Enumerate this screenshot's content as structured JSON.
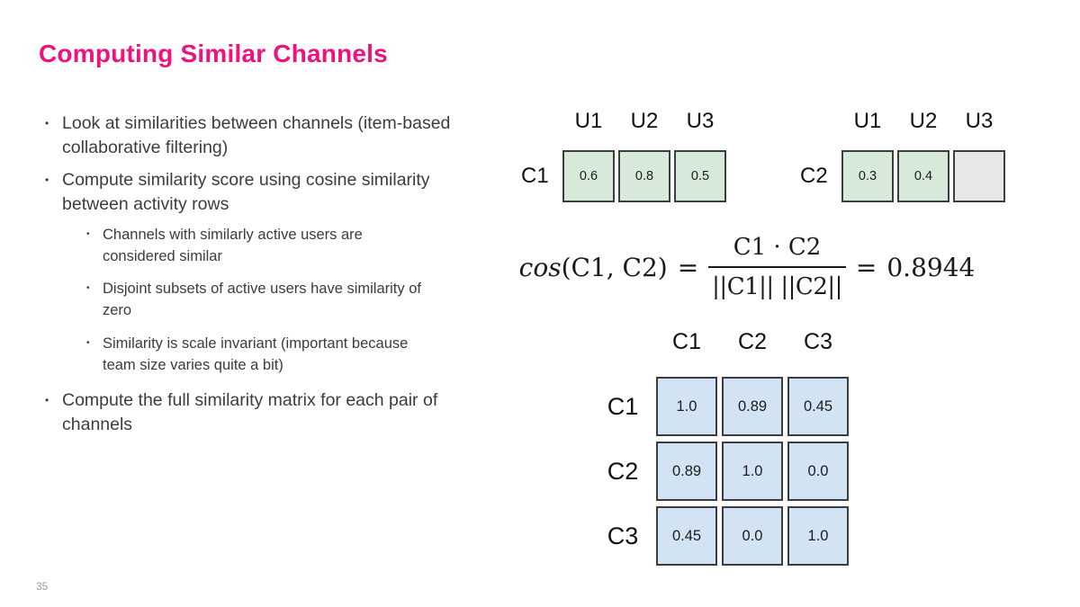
{
  "slide": {
    "title": "Computing Similar Channels",
    "page_number": "35"
  },
  "bullets": [
    {
      "level": 1,
      "text": "Look at similarities between channels (item-based collaborative filtering)"
    },
    {
      "level": 1,
      "text": "Compute similarity score using cosine similarity between activity rows"
    },
    {
      "level": 2,
      "text": "Channels with similarly active users are considered similar"
    },
    {
      "level": 2,
      "text": "Disjoint subsets of active users have similarity of zero"
    },
    {
      "level": 2,
      "text": "Similarity is scale invariant (important because team size varies quite a bit)"
    },
    {
      "level": 1,
      "text": "Compute the full similarity matrix for each pair of channels"
    }
  ],
  "vectors": {
    "columns": [
      "U1",
      "U2",
      "U3"
    ],
    "rows": [
      {
        "label": "C1",
        "cells": [
          {
            "value": "0.6",
            "filled": true
          },
          {
            "value": "0.8",
            "filled": true
          },
          {
            "value": "0.5",
            "filled": true
          }
        ]
      },
      {
        "label": "C2",
        "cells": [
          {
            "value": "0.3",
            "filled": true
          },
          {
            "value": "0.4",
            "filled": true
          },
          {
            "value": "",
            "filled": false
          }
        ]
      }
    ]
  },
  "formula": {
    "lhs_function": "cos",
    "lhs_args": "(C1, C2)",
    "equals": "=",
    "numerator": "C1 · C2",
    "denominator": "||C1|| ||C2||",
    "result_equals": "=",
    "result": "0.8944"
  },
  "matrix": {
    "columns": [
      "C1",
      "C2",
      "C3"
    ],
    "rows": [
      {
        "label": "C1",
        "values": [
          "1.0",
          "0.89",
          "0.45"
        ]
      },
      {
        "label": "C2",
        "values": [
          "0.89",
          "1.0",
          "0.0"
        ]
      },
      {
        "label": "C3",
        "values": [
          "0.45",
          "0.0",
          "1.0"
        ]
      }
    ]
  },
  "colors": {
    "title": "#ED127C",
    "body_text": "#3c3c3c",
    "vector_cell": "#d7ead9",
    "vector_empty": "#e8e8e8",
    "matrix_cell": "#d2e4f4",
    "cell_border": "#3a3e41",
    "page_number": "#9e9e9e"
  }
}
